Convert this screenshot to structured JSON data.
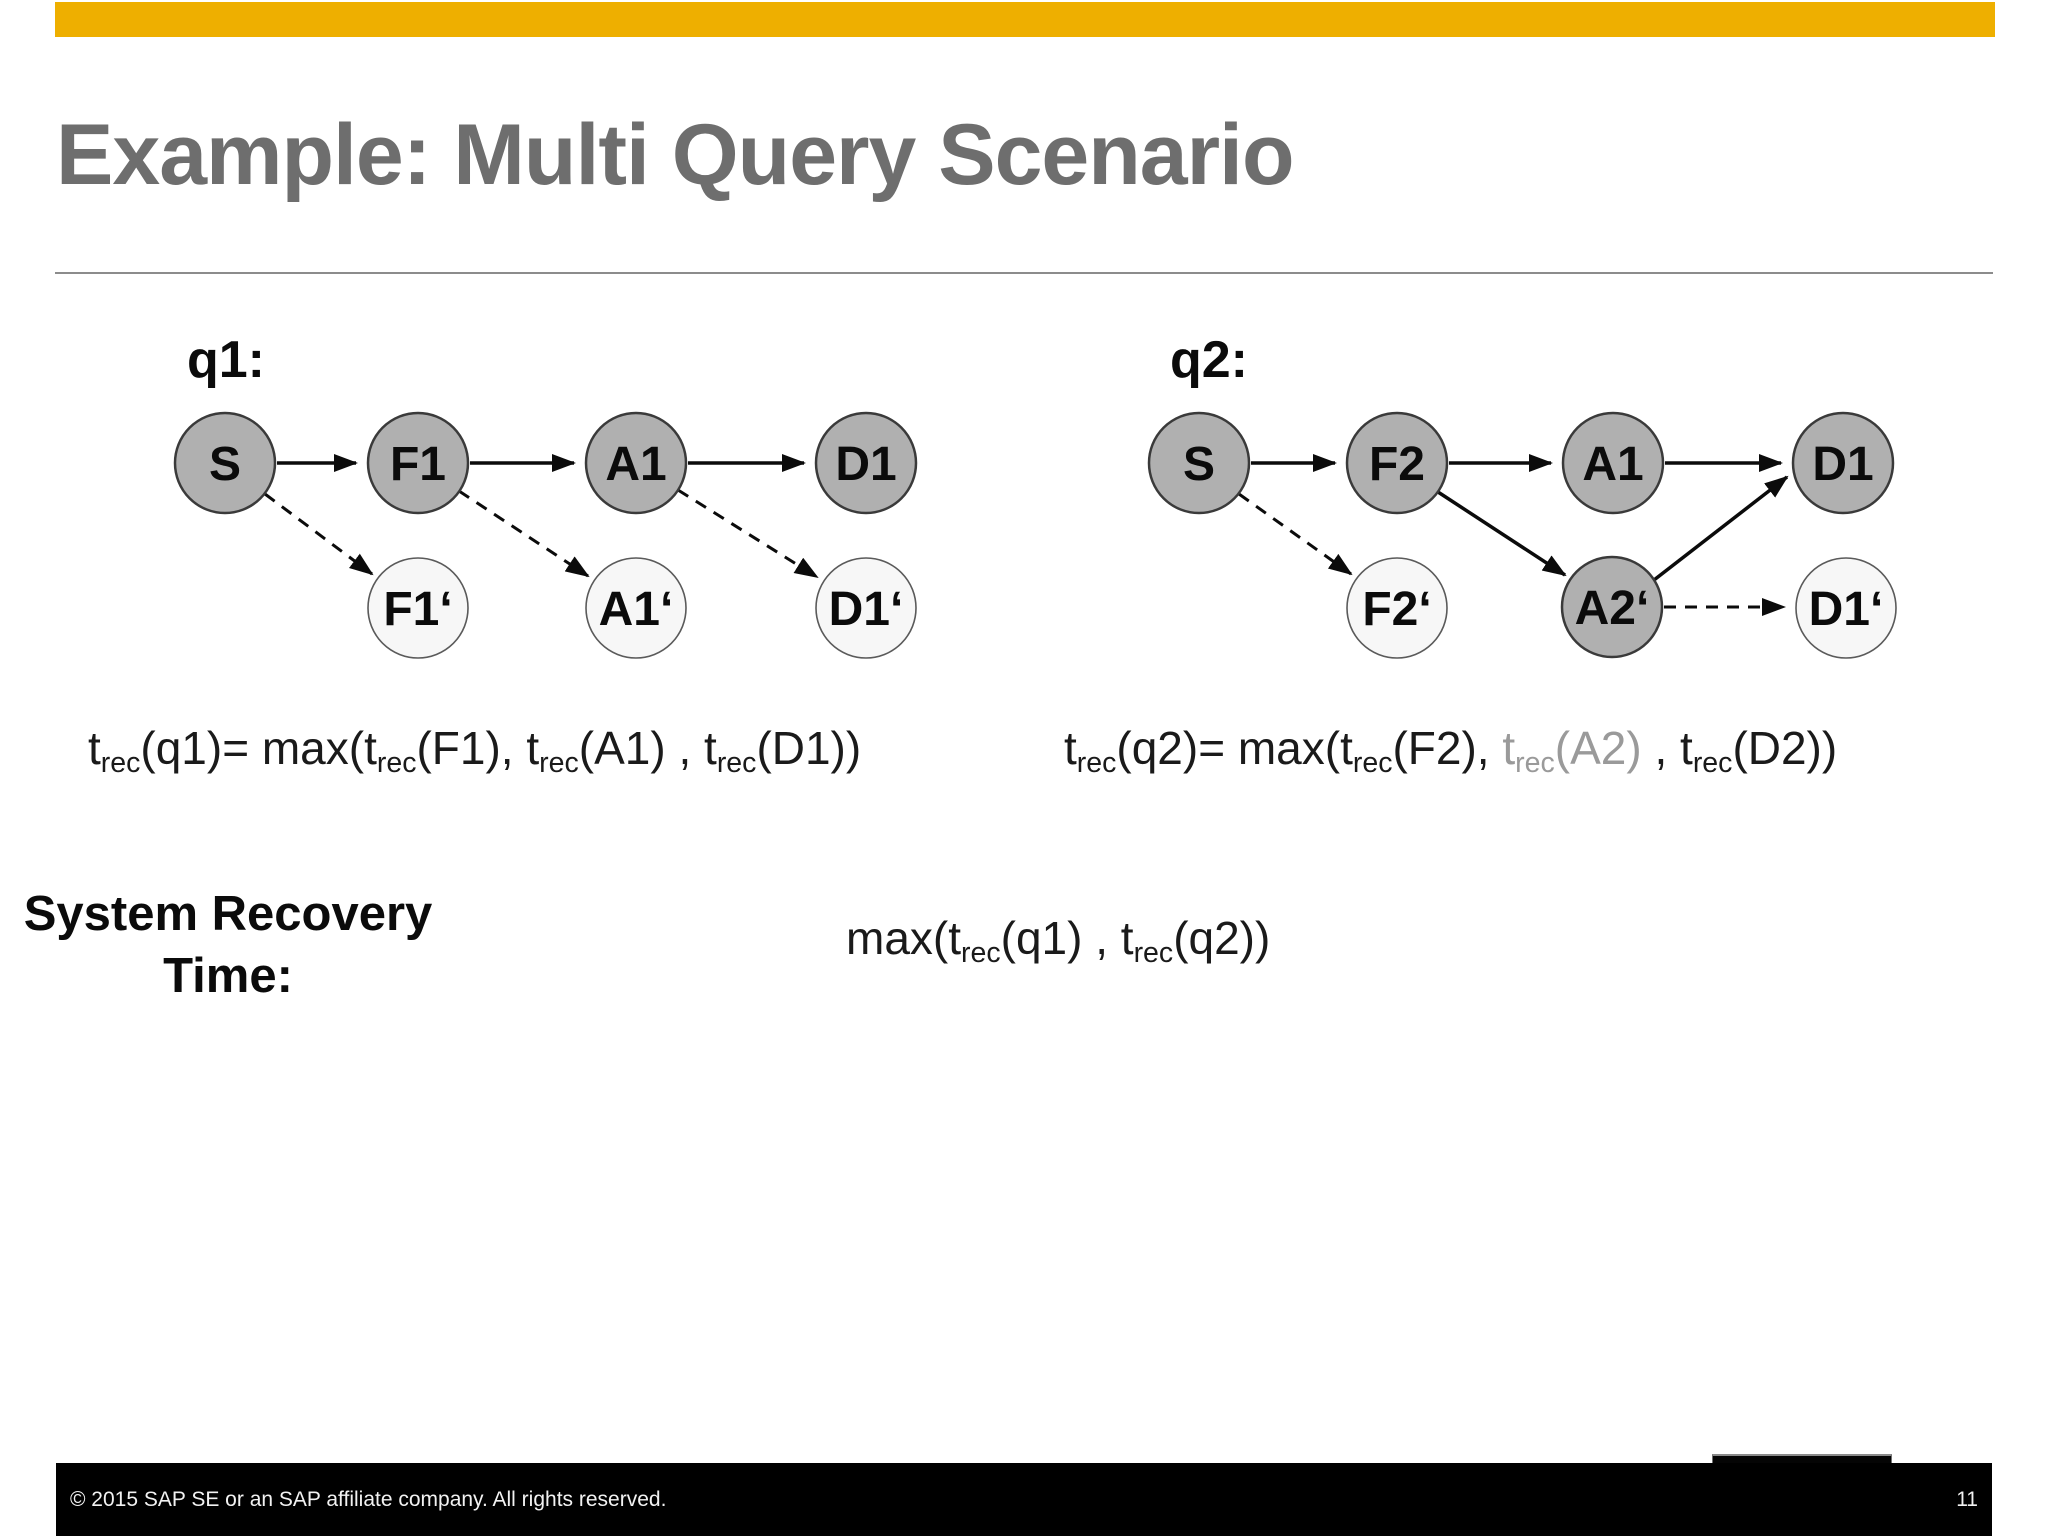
{
  "slide": {
    "title": "Example: Multi Query Scenario",
    "accent_color": "#EEAF00",
    "title_color": "#6E6E6E",
    "footer": {
      "copyright": "© 2015 SAP SE or an SAP affiliate company. All rights reserved.",
      "page_number": "11"
    }
  },
  "diagrams": {
    "node_fill_dark": "#B0B0B0",
    "node_fill_light": "#F7F7F7",
    "q1": {
      "label": "q1:",
      "nodes": {
        "s": {
          "label": "S",
          "variant": "dark"
        },
        "f1": {
          "label": "F1",
          "variant": "dark"
        },
        "a1": {
          "label": "A1",
          "variant": "dark"
        },
        "d1": {
          "label": "D1",
          "variant": "dark"
        },
        "f1p": {
          "label": "F1‘",
          "variant": "light"
        },
        "a1p": {
          "label": "A1‘",
          "variant": "light"
        },
        "d1p": {
          "label": "D1‘",
          "variant": "light"
        }
      },
      "edges": [
        {
          "from": "S",
          "to": "F1",
          "style": "solid"
        },
        {
          "from": "F1",
          "to": "A1",
          "style": "solid"
        },
        {
          "from": "A1",
          "to": "D1",
          "style": "solid"
        },
        {
          "from": "S",
          "to": "F1‘",
          "style": "dashed"
        },
        {
          "from": "F1",
          "to": "A1‘",
          "style": "dashed"
        },
        {
          "from": "A1",
          "to": "D1‘",
          "style": "dashed"
        }
      ]
    },
    "q2": {
      "label": "q2:",
      "nodes": {
        "s": {
          "label": "S",
          "variant": "dark"
        },
        "f2": {
          "label": "F2",
          "variant": "dark"
        },
        "a1": {
          "label": "A1",
          "variant": "dark"
        },
        "d1": {
          "label": "D1",
          "variant": "dark"
        },
        "f2p": {
          "label": "F2‘",
          "variant": "light"
        },
        "a2p": {
          "label": "A2‘",
          "variant": "dark"
        },
        "d1p": {
          "label": "D1‘",
          "variant": "light"
        }
      },
      "edges": [
        {
          "from": "S",
          "to": "F2",
          "style": "solid"
        },
        {
          "from": "F2",
          "to": "A1",
          "style": "solid"
        },
        {
          "from": "A1",
          "to": "D1",
          "style": "solid"
        },
        {
          "from": "S",
          "to": "F2‘",
          "style": "dashed"
        },
        {
          "from": "F2",
          "to": "A2‘",
          "style": "solid"
        },
        {
          "from": "A2‘",
          "to": "D1",
          "style": "solid"
        },
        {
          "from": "A2‘",
          "to": "D1‘",
          "style": "dashed"
        }
      ]
    }
  },
  "formulas": {
    "q1": {
      "t1": "t",
      "s1": "rec",
      "t2": "(q1)= max(t",
      "s2": "rec",
      "t3": "(F1), t",
      "s3": "rec",
      "t4": "(A1) , t",
      "s4": "rec",
      "t5": "(D1))"
    },
    "q2": {
      "gray_color": "#9A9A9A",
      "t1": "t",
      "s1": "rec",
      "t2": "(q2)= max(t",
      "s2": "rec",
      "t3": "(F2), ",
      "g1": "t",
      "gs1": "rec",
      "g2": "(A2)",
      "t4": " , t",
      "s4": "rec",
      "t5": "(D2))"
    },
    "system_label": {
      "line1": "System Recovery",
      "line2": "Time:"
    },
    "system": {
      "m1": "max(t",
      "ms1": "rec",
      "m2": "(q1) , t",
      "ms2": "rec",
      "m3": "(q2))"
    }
  }
}
